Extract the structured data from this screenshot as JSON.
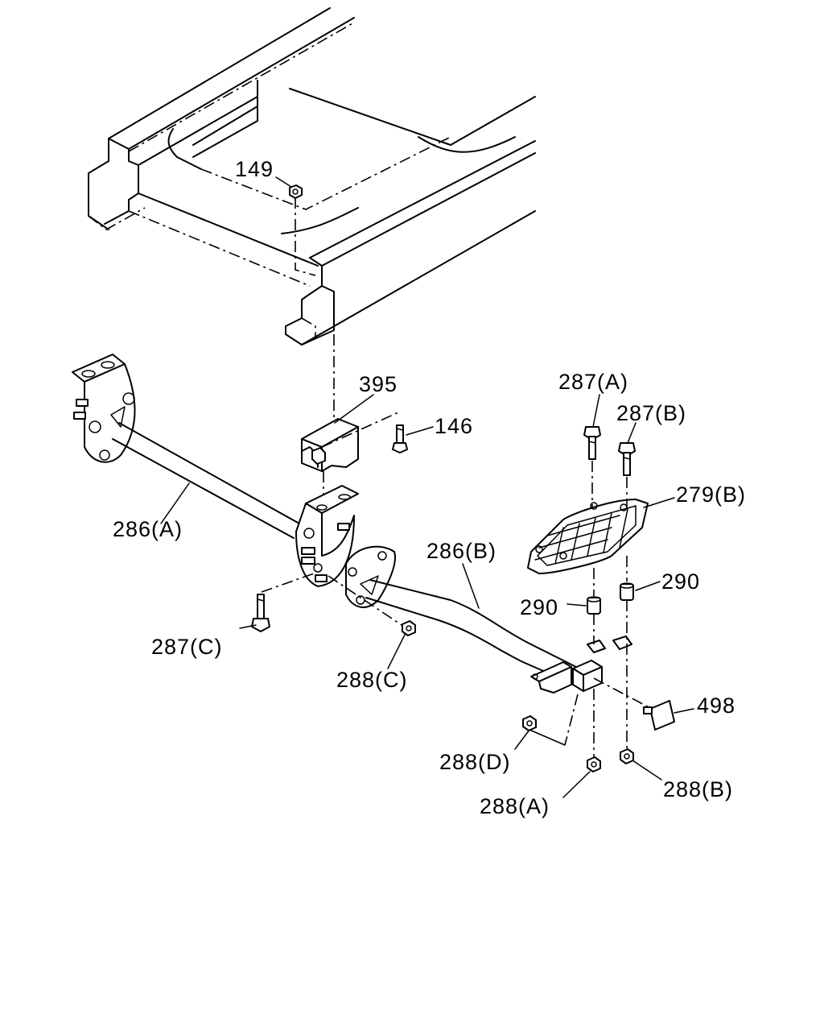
{
  "diagram": {
    "part_labels": {
      "p149": "149",
      "p395": "395",
      "p146": "146",
      "p287a": "287(A)",
      "p287b": "287(B)",
      "p279b": "279(B)",
      "p286a": "286(A)",
      "p286b": "286(B)",
      "p290_left": "290",
      "p290_right": "290",
      "p287c": "287(C)",
      "p288c": "288(C)",
      "p498": "498",
      "p288d": "288(D)",
      "p288a": "288(A)",
      "p288b": "288(B)"
    }
  }
}
